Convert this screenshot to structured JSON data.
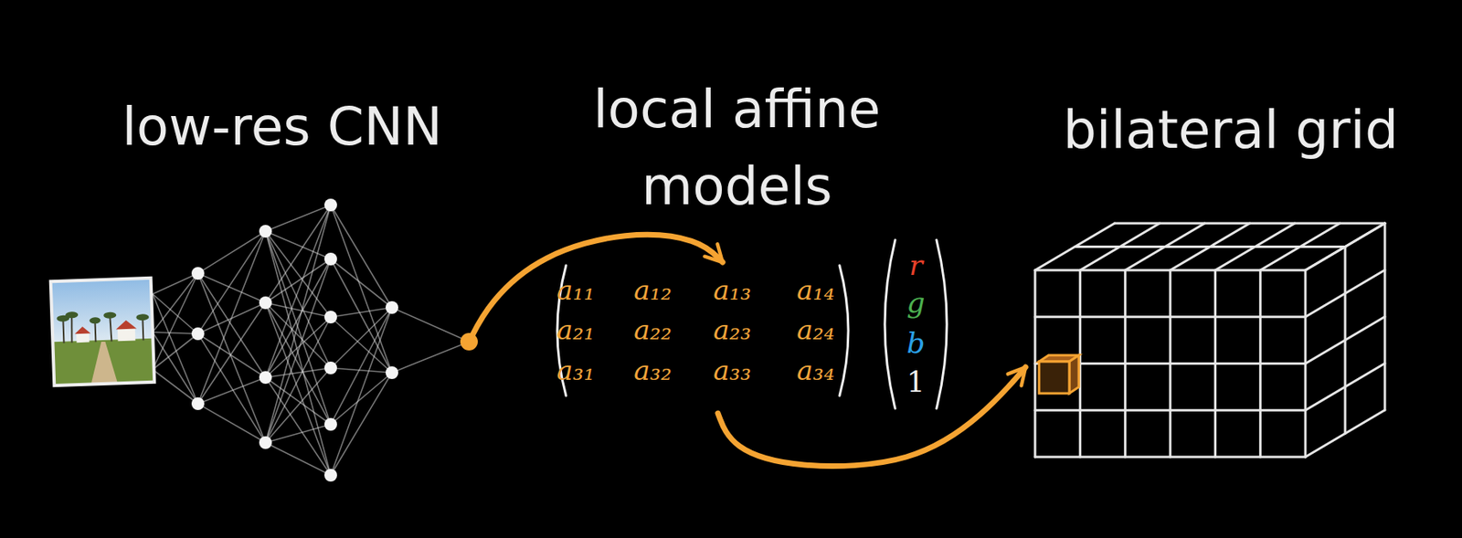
{
  "diagram": {
    "nodes": [
      {
        "text": [
          "low-res CNN"
        ]
      },
      {
        "text": [
          "local affine models"
        ]
      },
      {
        "text": [
          "bilateral grid"
        ]
      }
    ],
    "edges": [
      {
        "from": 0,
        "to": 1,
        "arrow": "to"
      },
      {
        "from": 1,
        "to": 2,
        "arrow": "to"
      }
    ],
    "labels": [
      "a₁₁",
      "a₁₂",
      "a₁₃",
      "a₁₄",
      "a₂₁",
      "a₂₂",
      "a₂₃",
      "a₂₄",
      "a₃₁",
      "a₃₂",
      "a₃₃",
      "a₃₄",
      "r",
      "g",
      "b",
      "1"
    ]
  }
}
